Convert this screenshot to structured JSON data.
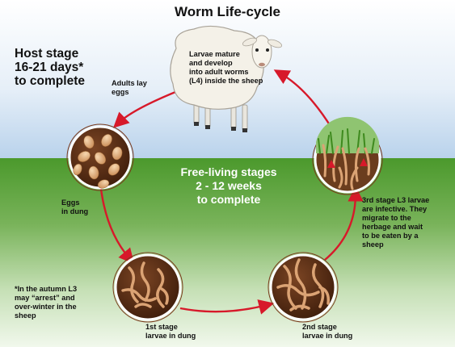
{
  "title": "Worm Life-cycle",
  "host_stage": [
    "Host stage",
    "16-21 days*",
    "to complete"
  ],
  "sheep_label": [
    "Larvae mature",
    "and develop",
    "into adult worms",
    "(L4) inside the sheep"
  ],
  "adults_lay_eggs": [
    "Adults lay",
    "eggs"
  ],
  "eggs_in_dung": [
    "Eggs",
    "in dung"
  ],
  "free_living": [
    "Free-living stages",
    "2 - 12 weeks",
    "to complete"
  ],
  "l3_infective": [
    "3rd stage L3 larvae",
    "are infective. They",
    "migrate to the",
    "herbage and wait",
    "to be eaten by a",
    "sheep"
  ],
  "autumn_note": [
    "*In the autumn L3",
    "may “arrest” and",
    "over-winter in the",
    "sheep"
  ],
  "first_stage": [
    "1st stage",
    "larvae in dung"
  ],
  "second_stage": [
    "2nd stage",
    "larvae in dung"
  ],
  "colors": {
    "sky_top": "#ffffff",
    "sky_bottom": "#b9d3ec",
    "grass_top": "#4e9a2e",
    "grass_bottom": "#e8f3df",
    "cycle_arrow": "#d7192a",
    "dung": "#5a2e16",
    "larva": "#dba374",
    "egg": "#e2b17e"
  },
  "icons": [
    "sheep-icon",
    "dung-eggs-icon",
    "dung-larvae-l1-icon",
    "dung-larvae-l2-icon",
    "grass-larvae-l3-icon"
  ]
}
